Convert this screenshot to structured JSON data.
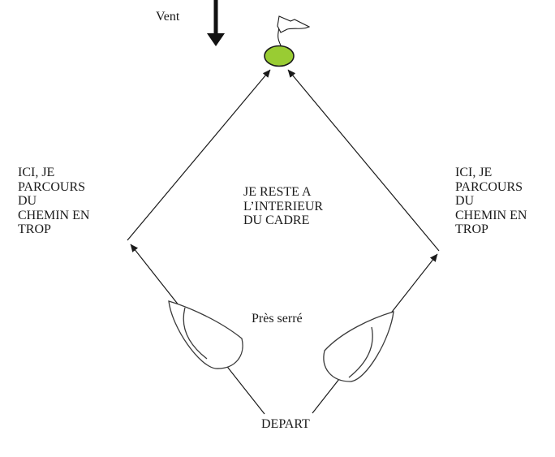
{
  "labels": {
    "wind": "Vent",
    "left_extra_distance": "ICI, JE\nPARCOURS\nDU\nCHEMIN EN\nTROP",
    "stay_inside_frame": "JE RESTE A\nL’INTERIEUR\nDU CADRE",
    "right_extra_distance": "ICI, JE\nPARCOURS\nDU\nCHEMIN EN\nTROP",
    "close_hauled": "Près serré",
    "start": "DEPART"
  },
  "colors": {
    "buoy_fill": "#99cc33",
    "buoy_stroke": "#1a1a1a",
    "line": "#1a1a1a"
  },
  "icons": {
    "wind_arrow": "thick-down-arrow-icon",
    "mark_flag": "pennant-flag-icon",
    "boat": "sailboat-hull-icon"
  }
}
